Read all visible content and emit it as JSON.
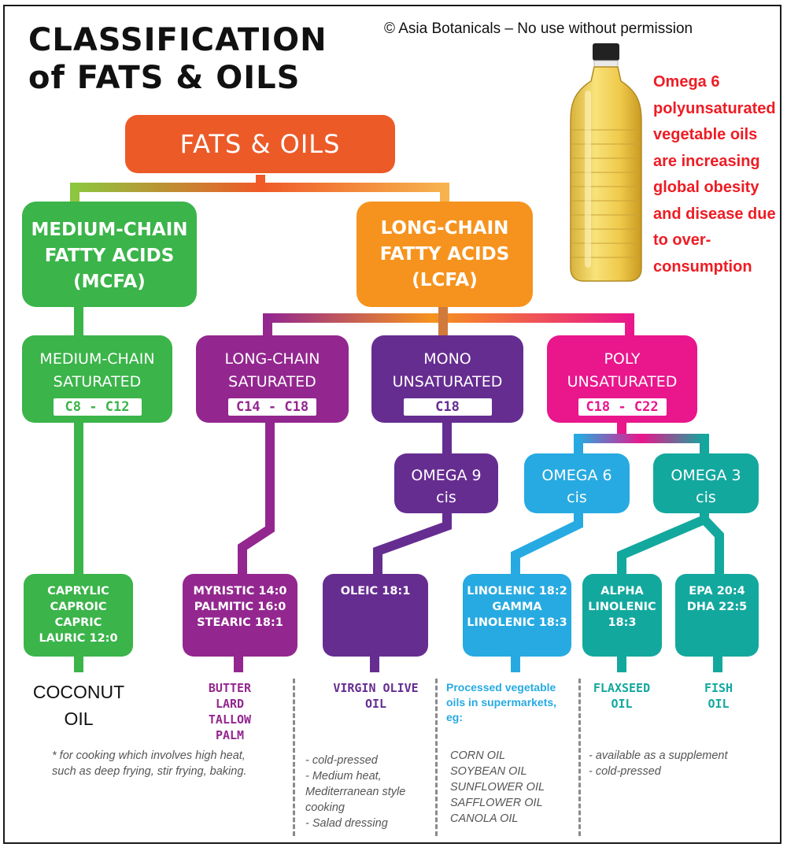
{
  "title": {
    "line1": "CLASSIFICATION",
    "line2": "of FATS  & OILS"
  },
  "copyright": "© Asia Botanicals – No use without permission",
  "warning": "Omega 6\npolyunsaturated\nvegetable oils\nare increasing\nglobal obesity\nand disease due\nto over-\nconsumption",
  "root": {
    "label": "FATS  & OILS"
  },
  "mcfa": {
    "label": "MEDIUM-CHAIN\nFATTY ACIDS\n(MCFA)"
  },
  "lcfa": {
    "label": "LONG-CHAIN\nFATTY ACIDS\n(LCFA)"
  },
  "mc_saturated": {
    "label": "MEDIUM-CHAIN\nSATURATED",
    "range": "C8 - C12"
  },
  "lc_saturated": {
    "label": "LONG-CHAIN\nSATURATED",
    "range": "C14 - C18"
  },
  "mono": {
    "label": "MONO\nUNSATURATED",
    "range": "C18"
  },
  "poly": {
    "label": "POLY\nUNSATURATED",
    "range": "C18 - C22"
  },
  "omega9": {
    "label": "OMEGA 9\ncis"
  },
  "omega6": {
    "label": "OMEGA 6\ncis"
  },
  "omega3": {
    "label": "OMEGA 3\ncis"
  },
  "acids": {
    "mcfa": "CAPRYLIC\nCAPROIC\nCAPRIC\nLAURIC 12:0",
    "lcs": "MYRISTIC 14:0\nPALMITIC 16:0\nSTEARIC 18:1",
    "oleic": "OLEIC 18:1",
    "omega6": "LINOLENIC 18:2\nGAMMA\nLINOLENIC 18:3",
    "alpha": "ALPHA\nLINOLENIC\n18:3",
    "epa": "EPA 20:4\nDHA 22:5"
  },
  "sources": {
    "coconut": "COCONUT\nOIL",
    "butter": "BUTTER\nLARD\nTALLOW\nPALM",
    "olive": "VIRGIN OLIVE\nOIL",
    "processed": "Processed vegetable\noils in supermarkets,\neg:",
    "flaxseed": "FLAXSEED\nOIL",
    "fish": "FISH\nOIL"
  },
  "notes": {
    "coconut": "* for cooking which involves high heat,\nsuch as deep frying, stir frying, baking.",
    "olive": "- cold-pressed\n- Medium heat,\nMediterranean style\ncooking\n- Salad dressing",
    "processed": "CORN OIL\nSOYBEAN OIL\nSUNFLOWER OIL\nSAFFLOWER OIL\nCANOLA OIL",
    "omega3": "- available as a supplement\n- cold-pressed"
  },
  "colors": {
    "root": "#ec5a28",
    "mcfa": "#3bb44a",
    "lcfa": "#f6931e",
    "lc_saturated": "#93278f",
    "mono": "#662d91",
    "poly": "#e9168c",
    "omega6": "#27aae1",
    "omega3": "#13a89e",
    "warning": "#ee1c24"
  }
}
